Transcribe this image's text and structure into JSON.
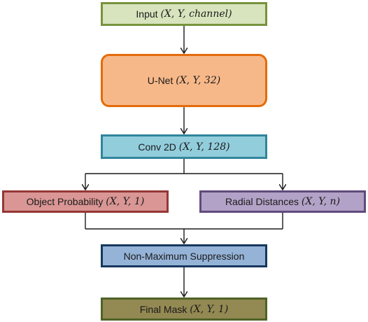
{
  "nodes": {
    "input": {
      "label": "Input",
      "math": "(X, Y, channel)"
    },
    "unet": {
      "label": "U-Net",
      "math": "(X, Y, 32)"
    },
    "conv": {
      "label": "Conv 2D",
      "math": "(X, Y, 128)"
    },
    "prob": {
      "label": "Object Probability",
      "math": "(X, Y, 1)"
    },
    "radial": {
      "label": "Radial Distances",
      "math": "(X, Y, n)"
    },
    "nms": {
      "label": "Non-Maximum Suppression"
    },
    "final": {
      "label": "Final Mask",
      "math": "(X, Y, 1)"
    }
  },
  "colors": {
    "connector": "#1a1a1a",
    "input_fill": "#d7e4bd",
    "input_border": "#77933c",
    "unet_fill": "#f7b889",
    "unet_border": "#e46c0a",
    "conv_fill": "#92cddc",
    "conv_border": "#31859c",
    "prob_fill": "#d99694",
    "prob_border": "#953735",
    "radial_fill": "#b3a2c7",
    "radial_border": "#604a7b",
    "nms_fill": "#95b3d7",
    "nms_border": "#17375e",
    "final_fill": "#938953",
    "final_border": "#4f6228"
  }
}
